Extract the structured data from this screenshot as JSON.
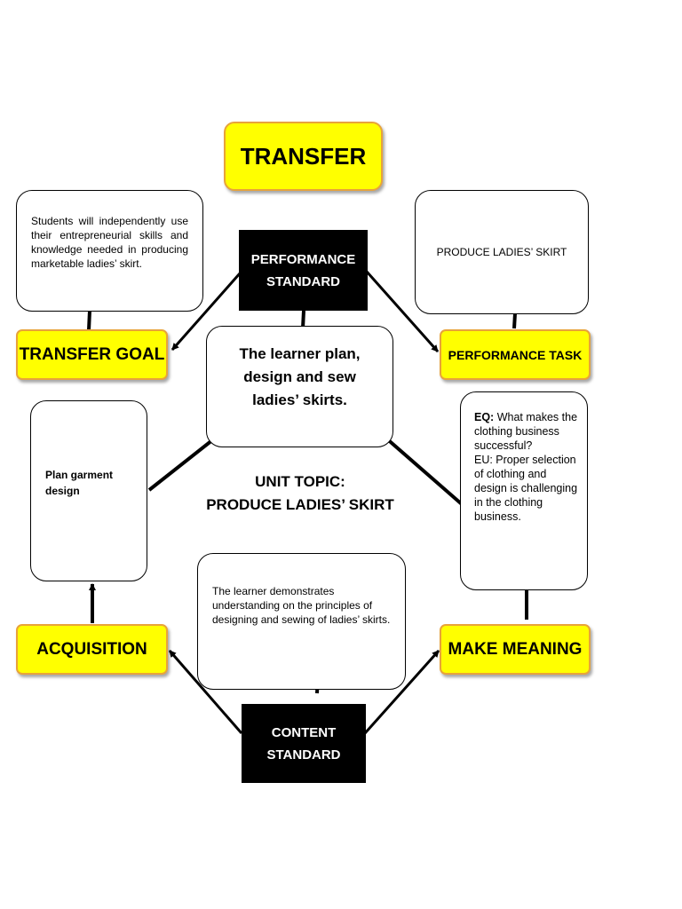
{
  "transfer": {
    "title": "TRANSFER"
  },
  "transfer_goal": {
    "label": "TRANSFER GOAL",
    "text": "Students will independently use their entrepreneurial skills and knowledge needed in producing marketable ladies’ skirt."
  },
  "performance_standard": {
    "line1": "PERFORMANCE",
    "line2": "STANDARD"
  },
  "performance_task": {
    "label": "PERFORMANCE TASK",
    "text": "PRODUCE LADIES’ SKIRT"
  },
  "center": {
    "text": "The learner plan, design and sew ladies’ skirts."
  },
  "unit_topic": {
    "line1": "UNIT TOPIC:",
    "line2": "PRODUCE LADIES’ SKIRT"
  },
  "acquisition": {
    "label": "ACQUISITION",
    "text": "Plan garment design"
  },
  "make_meaning": {
    "label": "MAKE MEANING",
    "eq_label": "EQ:",
    "eq_text": " What makes the clothing business successful?",
    "eu_text": "EU: Proper selection of clothing and design is challenging in the clothing business."
  },
  "content_standard": {
    "line1": "CONTENT",
    "line2": "STANDARD",
    "text": "The learner demonstrates understanding on the principles of designing and sewing of ladies’ skirts."
  },
  "colors": {
    "yellow_fill": "#ffff00",
    "yellow_border": "#e8a33a",
    "black_box": "#000000"
  }
}
